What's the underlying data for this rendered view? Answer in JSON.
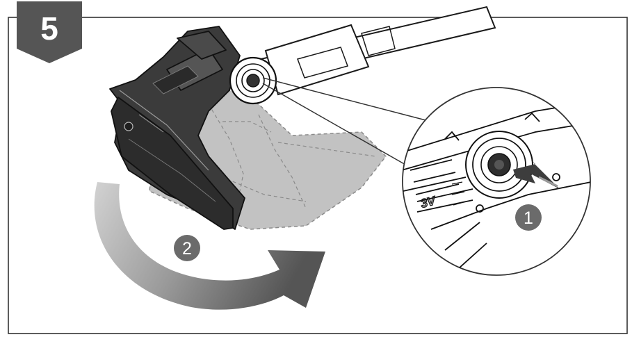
{
  "step": {
    "number": "5"
  },
  "callouts": [
    {
      "number": "1"
    },
    {
      "number": "2"
    }
  ],
  "battery_label": "3V",
  "colors": {
    "frame": "#333333",
    "step_badge": "#555555",
    "tool_body": "#3a3a3a",
    "dashed_fill": "#bdbdbd",
    "arrow_light": "#cfcfcf",
    "arrow_dark": "#5a5a5a",
    "callout_badge": "#6b6b6b"
  }
}
